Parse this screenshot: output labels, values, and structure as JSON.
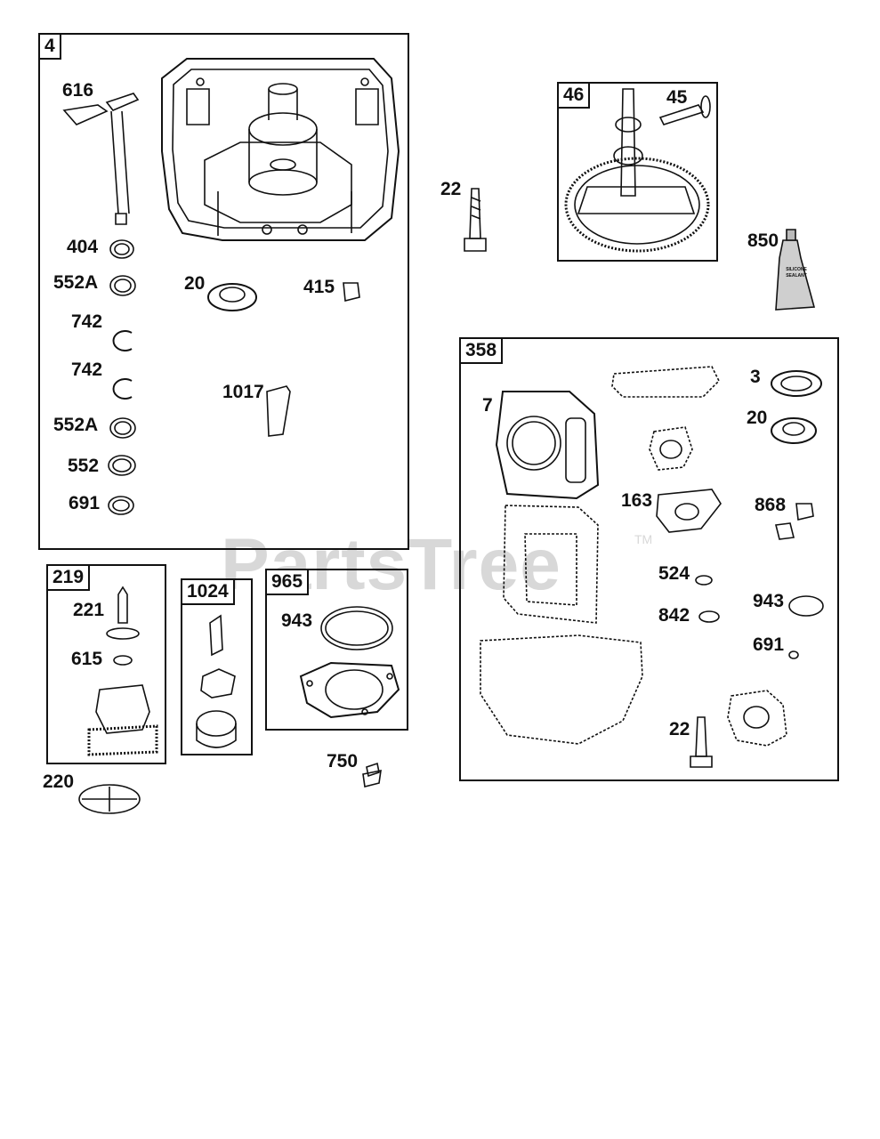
{
  "watermark": {
    "text": "PartsTree",
    "trademark": "TM"
  },
  "groups": {
    "g4": "4",
    "g46": "46",
    "g358": "358",
    "g219": "219",
    "g1024": "1024",
    "g965": "965"
  },
  "labels": {
    "p616": "616",
    "p404": "404",
    "p552a_1": "552A",
    "p742_1": "742",
    "p742_2": "742",
    "p552a_2": "552A",
    "p552": "552",
    "p691_a": "691",
    "p20_a": "20",
    "p415": "415",
    "p1017": "1017",
    "p22_a": "22",
    "p45": "45",
    "p850": "850",
    "p3": "3",
    "p7": "7",
    "p20_b": "20",
    "p163": "163",
    "p868": "868",
    "p524": "524",
    "p943_b": "943",
    "p842": "842",
    "p691_b": "691",
    "p22_b": "22",
    "p221": "221",
    "p615": "615",
    "p220": "220",
    "p943_a": "943",
    "p750": "750"
  },
  "tube": {
    "line1": "SILICONE",
    "line2": "SEALANT"
  }
}
